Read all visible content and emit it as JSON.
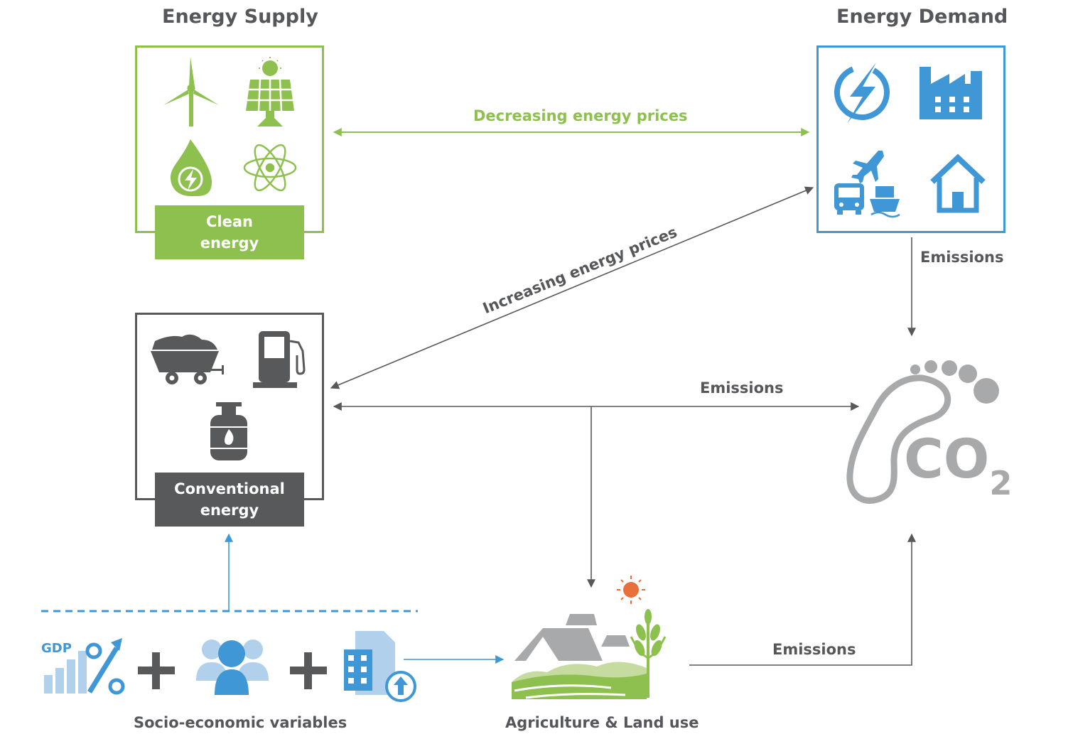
{
  "headings": {
    "supply": "Energy Supply",
    "demand": "Energy Demand"
  },
  "clean": {
    "line1": "Clean",
    "line2": "energy"
  },
  "conventional": {
    "line1": "Conventional",
    "line2": "energy"
  },
  "arrows": {
    "decreasing": "Decreasing energy prices",
    "increasing": "Increasing energy prices",
    "emissions_demand": "Emissions",
    "emissions_conventional": "Emissions",
    "emissions_agriculture": "Emissions"
  },
  "socio": {
    "label": "Socio-economic variables",
    "gdp": "GDP"
  },
  "agriculture": {
    "label": "Agriculture & Land use"
  },
  "co2": {
    "main": "CO",
    "sub": "2"
  },
  "colors": {
    "green": "#8dc04f",
    "blue": "#3f97d5",
    "dark": "#58595b",
    "gray": "#a7a9ab",
    "orange": "#e8703a"
  }
}
